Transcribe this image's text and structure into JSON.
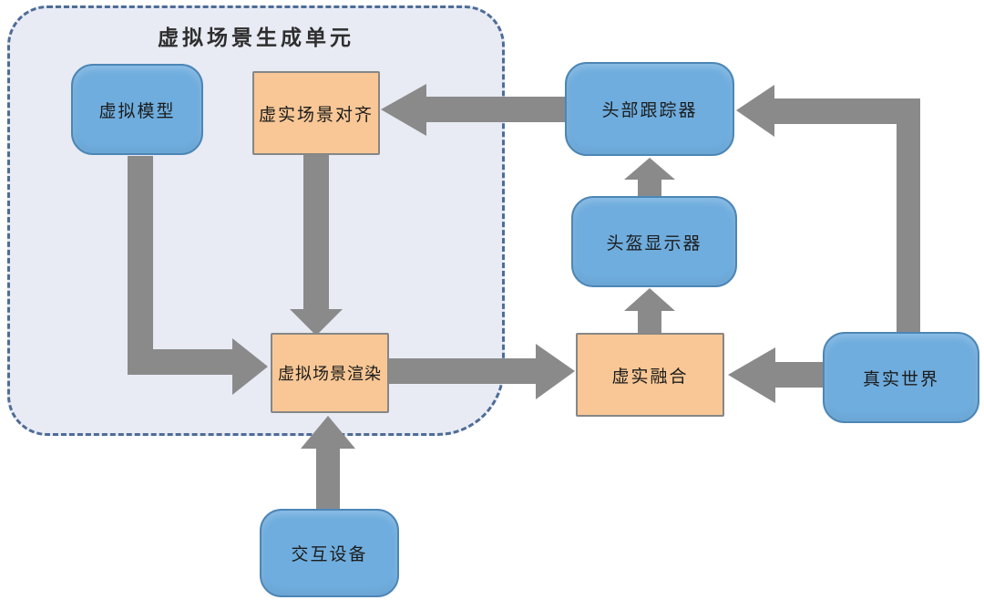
{
  "diagram": {
    "container": {
      "title": "虚拟场景生成单元"
    },
    "nodes": {
      "virtual_model": {
        "label": "虚拟模型",
        "style": "blue"
      },
      "scene_alignment": {
        "label": "虚实场景对齐",
        "style": "orange"
      },
      "head_tracker": {
        "label": "头部跟踪器",
        "style": "blue"
      },
      "hmd": {
        "label": "头盔显示器",
        "style": "blue"
      },
      "scene_rendering": {
        "label": "虚拟场景渲染",
        "style": "orange"
      },
      "fusion": {
        "label": "虚实融合",
        "style": "orange"
      },
      "real_world": {
        "label": "真实世界",
        "style": "blue"
      },
      "interaction_device": {
        "label": "交互设备",
        "style": "blue"
      }
    },
    "edges": [
      {
        "from": "virtual_model",
        "to": "scene_rendering"
      },
      {
        "from": "scene_alignment",
        "to": "scene_rendering"
      },
      {
        "from": "head_tracker",
        "to": "scene_alignment"
      },
      {
        "from": "hmd",
        "to": "head_tracker"
      },
      {
        "from": "fusion",
        "to": "hmd"
      },
      {
        "from": "scene_rendering",
        "to": "fusion"
      },
      {
        "from": "real_world",
        "to": "fusion"
      },
      {
        "from": "real_world",
        "to": "head_tracker"
      },
      {
        "from": "interaction_device",
        "to": "scene_rendering"
      }
    ]
  },
  "colors": {
    "node_blue": "#6fadde",
    "node_blue_border": "#4c86b6",
    "node_orange": "#f8c795",
    "node_orange_border": "#868686",
    "arrow_gray": "#8a8a8b",
    "container_fill": "#e8ebf4",
    "container_border": "#4e6c96"
  }
}
